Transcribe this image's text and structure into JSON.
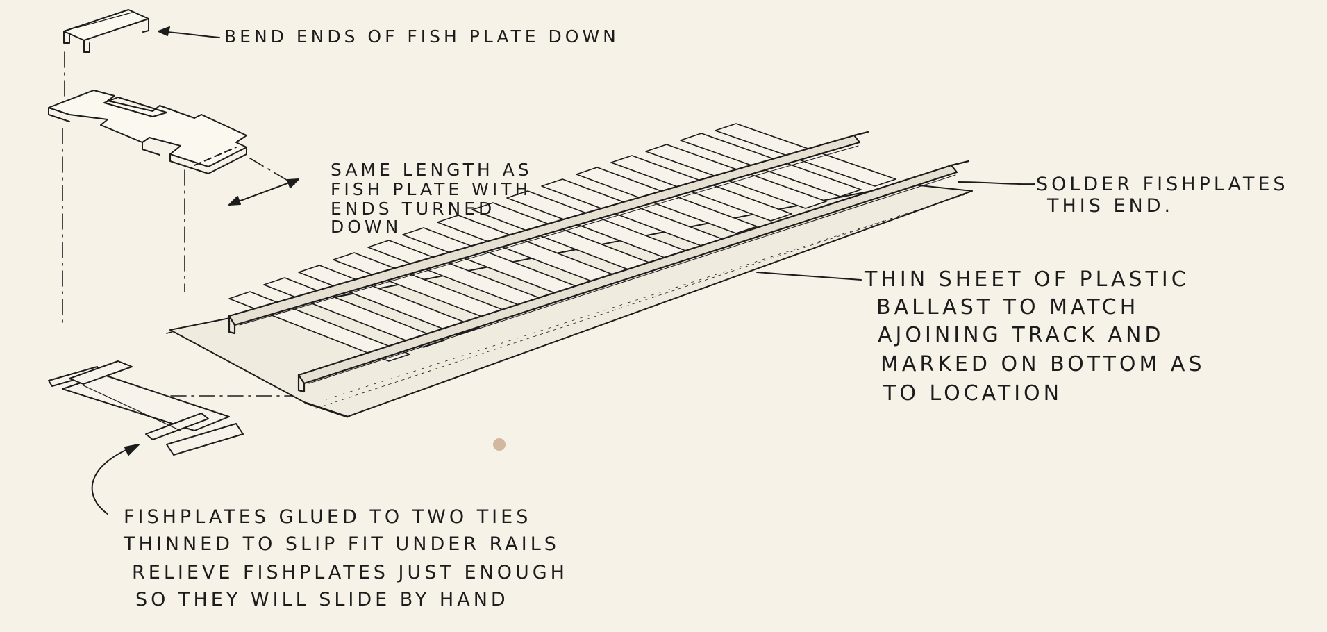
{
  "annotations": {
    "bend_ends": "BEND ENDS OF FISH PLATE DOWN",
    "same_length": [
      "SAME LENGTH AS",
      "FISH PLATE WITH",
      "ENDS TURNED",
      "DOWN"
    ],
    "solder": [
      "SOLDER FISHPLATES",
      "THIS END."
    ],
    "thin_sheet": [
      "THIN SHEET OF PLASTIC",
      "BALLAST TO MATCH",
      "AJOINING TRACK AND",
      "MARKED ON BOTTOM AS",
      "TO LOCATION"
    ],
    "fishplates_glued": [
      "FISHPLATES GLUED TO TWO TIES",
      "THINNED TO SLIP FIT UNDER RAILS",
      "RELIEVE FISHPLATES JUST ENOUGH",
      "SO THEY WILL SLIDE BY HAND"
    ]
  },
  "colors": {
    "paper": "#f6f2e8",
    "ink": "#1c1c1c",
    "stain": "#c9a98c"
  }
}
